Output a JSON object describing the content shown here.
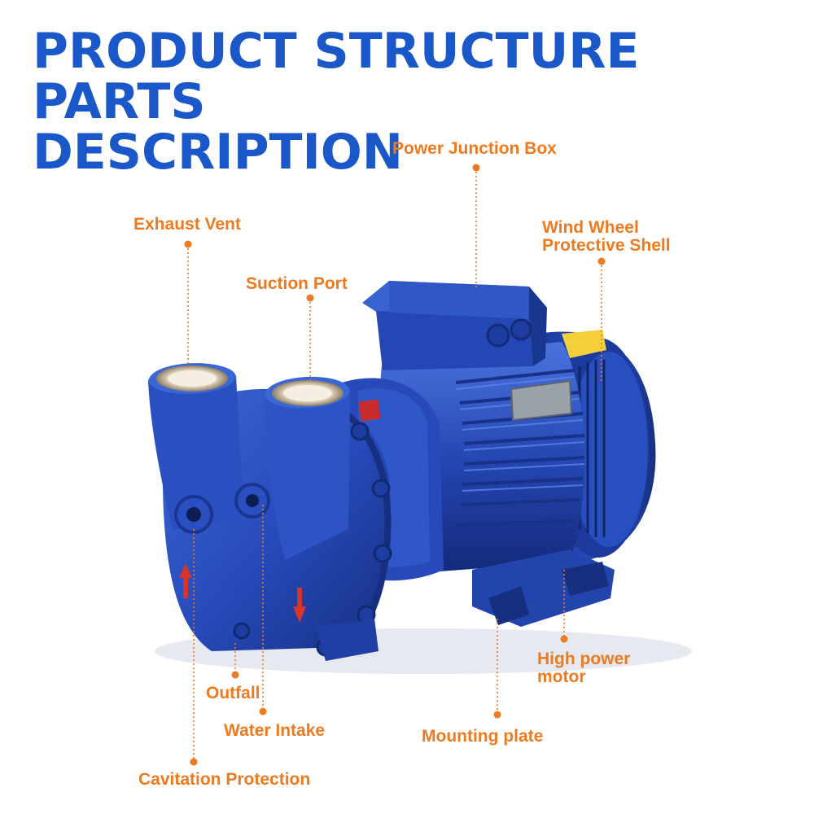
{
  "title": {
    "line1": "PRODUCT STRUCTURE PARTS",
    "line2": "DESCRIPTION"
  },
  "labels": {
    "power_junction_box": "Power Junction Box",
    "exhaust_vent": "Exhaust Vent",
    "wind_wheel_shell_line1": "Wind Wheel",
    "wind_wheel_shell_line2": "Protective Shell",
    "suction_port": "Suction Port",
    "outfall": "Outfall",
    "water_intake": "Water Intake",
    "mounting_plate": "Mounting plate",
    "high_power_motor_line1": "High power",
    "high_power_motor_line2": "motor",
    "cavitation_protection": "Cavitation Protection"
  },
  "colors": {
    "title": "#1a57c8",
    "label": "#ed7a1e",
    "pump_body": "#2649b8",
    "pump_shadow": "#16307f",
    "pump_highlight": "#4d78e0",
    "arrow": "#d8342a"
  }
}
